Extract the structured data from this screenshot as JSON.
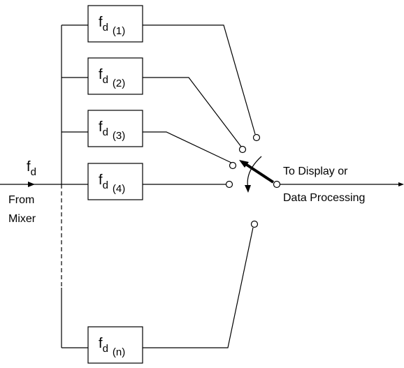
{
  "input_signal": {
    "main": "f",
    "sub": "d"
  },
  "input_label": {
    "line1": "From",
    "line2": "Mixer"
  },
  "output_label": {
    "line1": "To Display or",
    "line2": "Data Processing"
  },
  "filters": [
    {
      "main": "f",
      "sub": "d",
      "index": "(1)"
    },
    {
      "main": "f",
      "sub": "d",
      "index": "(2)"
    },
    {
      "main": "f",
      "sub": "d",
      "index": "(3)"
    },
    {
      "main": "f",
      "sub": "d",
      "index": "(4)"
    },
    {
      "main": "f",
      "sub": "d",
      "index": "(n)"
    }
  ]
}
